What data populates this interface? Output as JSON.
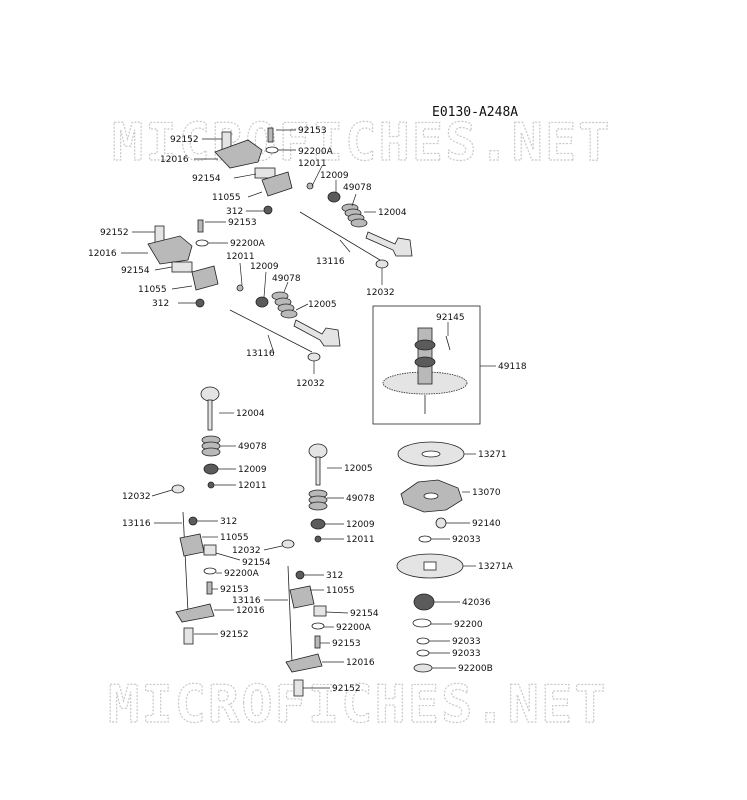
{
  "diagram_code": "E0130-A248A",
  "watermark": "MICROFICHES.NET",
  "labels": [
    {
      "id": "u1_92153",
      "text": "92153"
    },
    {
      "id": "u1_92152",
      "text": "92152"
    },
    {
      "id": "u1_92200A",
      "text": "92200A"
    },
    {
      "id": "u1_12016",
      "text": "12016"
    },
    {
      "id": "u1_12011",
      "text": "12011"
    },
    {
      "id": "u1_92154",
      "text": "92154"
    },
    {
      "id": "u1_12009",
      "text": "12009"
    },
    {
      "id": "u1_49078",
      "text": "49078"
    },
    {
      "id": "u1_11055",
      "text": "11055"
    },
    {
      "id": "u1_312",
      "text": "312"
    },
    {
      "id": "u1_12004",
      "text": "12004"
    },
    {
      "id": "u1_13116",
      "text": "13116"
    },
    {
      "id": "u1_12032",
      "text": "12032"
    },
    {
      "id": "u2_92152",
      "text": "92152"
    },
    {
      "id": "u2_92153",
      "text": "92153"
    },
    {
      "id": "u2_12016",
      "text": "12016"
    },
    {
      "id": "u2_92200A",
      "text": "92200A"
    },
    {
      "id": "u2_12011",
      "text": "12011"
    },
    {
      "id": "u2_92154",
      "text": "92154"
    },
    {
      "id": "u2_12009",
      "text": "12009"
    },
    {
      "id": "u2_49078",
      "text": "49078"
    },
    {
      "id": "u2_11055",
      "text": "11055"
    },
    {
      "id": "u2_312",
      "text": "312"
    },
    {
      "id": "u2_12005",
      "text": "12005"
    },
    {
      "id": "u2_13116",
      "text": "13116"
    },
    {
      "id": "u2_12032",
      "text": "12032"
    },
    {
      "id": "cam_92145",
      "text": "92145"
    },
    {
      "id": "cam_49118",
      "text": "49118"
    },
    {
      "id": "l1_12004",
      "text": "12004"
    },
    {
      "id": "l1_49078",
      "text": "49078"
    },
    {
      "id": "l1_12009",
      "text": "12009"
    },
    {
      "id": "l1_12011",
      "text": "12011"
    },
    {
      "id": "l1_12032",
      "text": "12032"
    },
    {
      "id": "l1_13116",
      "text": "13116"
    },
    {
      "id": "l1_312",
      "text": "312"
    },
    {
      "id": "l1_11055",
      "text": "11055"
    },
    {
      "id": "l1_92154",
      "text": "92154"
    },
    {
      "id": "l1_92200A",
      "text": "92200A"
    },
    {
      "id": "l1_92153",
      "text": "92153"
    },
    {
      "id": "l1_12016",
      "text": "12016"
    },
    {
      "id": "l1_92152",
      "text": "92152"
    },
    {
      "id": "l2_12005",
      "text": "12005"
    },
    {
      "id": "l2_49078",
      "text": "49078"
    },
    {
      "id": "l2_12009",
      "text": "12009"
    },
    {
      "id": "l2_12011",
      "text": "12011"
    },
    {
      "id": "l2_12032",
      "text": "12032"
    },
    {
      "id": "l2_312",
      "text": "312"
    },
    {
      "id": "l2_13116",
      "text": "13116"
    },
    {
      "id": "l2_11055",
      "text": "11055"
    },
    {
      "id": "l2_92154",
      "text": "92154"
    },
    {
      "id": "l2_92200A",
      "text": "92200A"
    },
    {
      "id": "l2_92153",
      "text": "92153"
    },
    {
      "id": "l2_12016",
      "text": "12016"
    },
    {
      "id": "l2_92152",
      "text": "92152"
    },
    {
      "id": "r_13271",
      "text": "13271"
    },
    {
      "id": "r_13070",
      "text": "13070"
    },
    {
      "id": "r_92140",
      "text": "92140"
    },
    {
      "id": "r_92033a",
      "text": "92033"
    },
    {
      "id": "r_13271A",
      "text": "13271A"
    },
    {
      "id": "r_42036",
      "text": "42036"
    },
    {
      "id": "r_92200",
      "text": "92200"
    },
    {
      "id": "r_92033b",
      "text": "92033"
    },
    {
      "id": "r_92033c",
      "text": "92033"
    },
    {
      "id": "r_92200B",
      "text": "92200B"
    }
  ]
}
